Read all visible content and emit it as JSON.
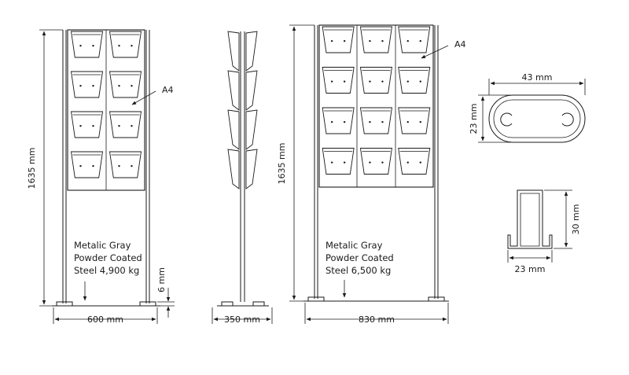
{
  "stand_600": {
    "height_label": "1635 mm",
    "width_label": "600 mm",
    "base_label": "6 mm",
    "pocket_label": "A4",
    "material_lines": [
      "Metalic Gray",
      "Powder Coated",
      "Steel 4,900 kg"
    ],
    "pocket_columns": 2,
    "pocket_rows": 4
  },
  "stand_side": {
    "width_label": "350 mm",
    "pocket_levels": 4
  },
  "stand_830": {
    "height_label": "1635 mm",
    "width_label": "830 mm",
    "pocket_label": "A4",
    "material_lines": [
      "Metalic Gray",
      "Powder Coated",
      "Steel 6,500 kg"
    ],
    "pocket_columns": 3,
    "pocket_rows": 4
  },
  "oval_profile": {
    "width_label": "43 mm",
    "height_label": "23 mm"
  },
  "u_profile": {
    "width_label": "23 mm",
    "height_label": "30 mm"
  },
  "colors": {
    "line": "#1a1a1a",
    "background": "#ffffff"
  }
}
